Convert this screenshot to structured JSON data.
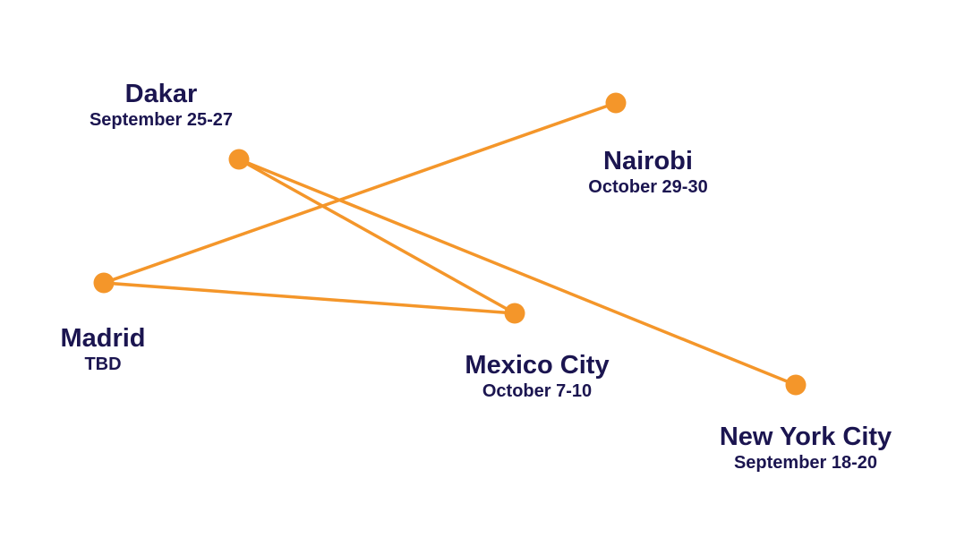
{
  "accent_color": "#f4962a",
  "text_color": "#1b1550",
  "cities": [
    {
      "id": "dakar",
      "name": "Dakar",
      "date": "September 25-27"
    },
    {
      "id": "nairobi",
      "name": "Nairobi",
      "date": "October 29-30"
    },
    {
      "id": "madrid",
      "name": "Madrid",
      "date": "TBD"
    },
    {
      "id": "mexico-city",
      "name": "Mexico City",
      "date": "October 7-10"
    },
    {
      "id": "new-york-city",
      "name": "New York City",
      "date": "September 18-20"
    }
  ],
  "routes": [
    {
      "from": "madrid",
      "to": "nairobi"
    },
    {
      "from": "madrid",
      "to": "mexico-city"
    },
    {
      "from": "dakar",
      "to": "mexico-city"
    },
    {
      "from": "dakar",
      "to": "new-york-city"
    }
  ]
}
